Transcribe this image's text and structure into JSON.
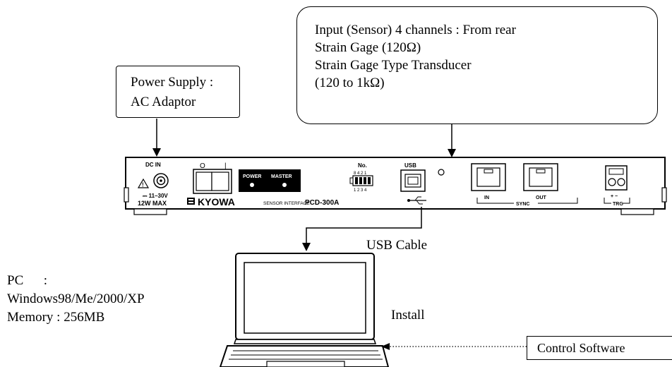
{
  "power_callout": {
    "lines": [
      "Power Supply :",
      "AC Adaptor"
    ]
  },
  "sensor_callout": {
    "lines": [
      "Input (Sensor) 4 channels : From rear",
      "Strain Gage (120Ω)",
      "Strain Gage Type Transducer",
      "(120 to 1kΩ)"
    ]
  },
  "device": {
    "dc_in_label": "DC IN",
    "voltage_label": "⎓ 11–30V",
    "wattage_label": "12W MAX",
    "switch_off": "O",
    "switch_on": "|",
    "power_led_label": "POWER",
    "master_led_label": "MASTER",
    "brand": "KYOWA",
    "product_caption": "SENSOR INTERFACE",
    "model": "PCD-300A",
    "dip_label": "No.",
    "dip_top": "8 4 2 1",
    "dip_bottom": "1 2 3 4",
    "usb_label": "USB",
    "sync_in_label": "IN",
    "sync_out_label": "OUT",
    "sync_label": "SYNC",
    "trg_plus_minus": "+ −",
    "trg_label": "TRG"
  },
  "usb_cable_label": "USB Cable",
  "pc_info": {
    "lines": [
      "PC      :",
      "Windows98/Me/2000/XP",
      "Memory : 256MB"
    ]
  },
  "install_label": "Install",
  "software_label": "Control Software"
}
